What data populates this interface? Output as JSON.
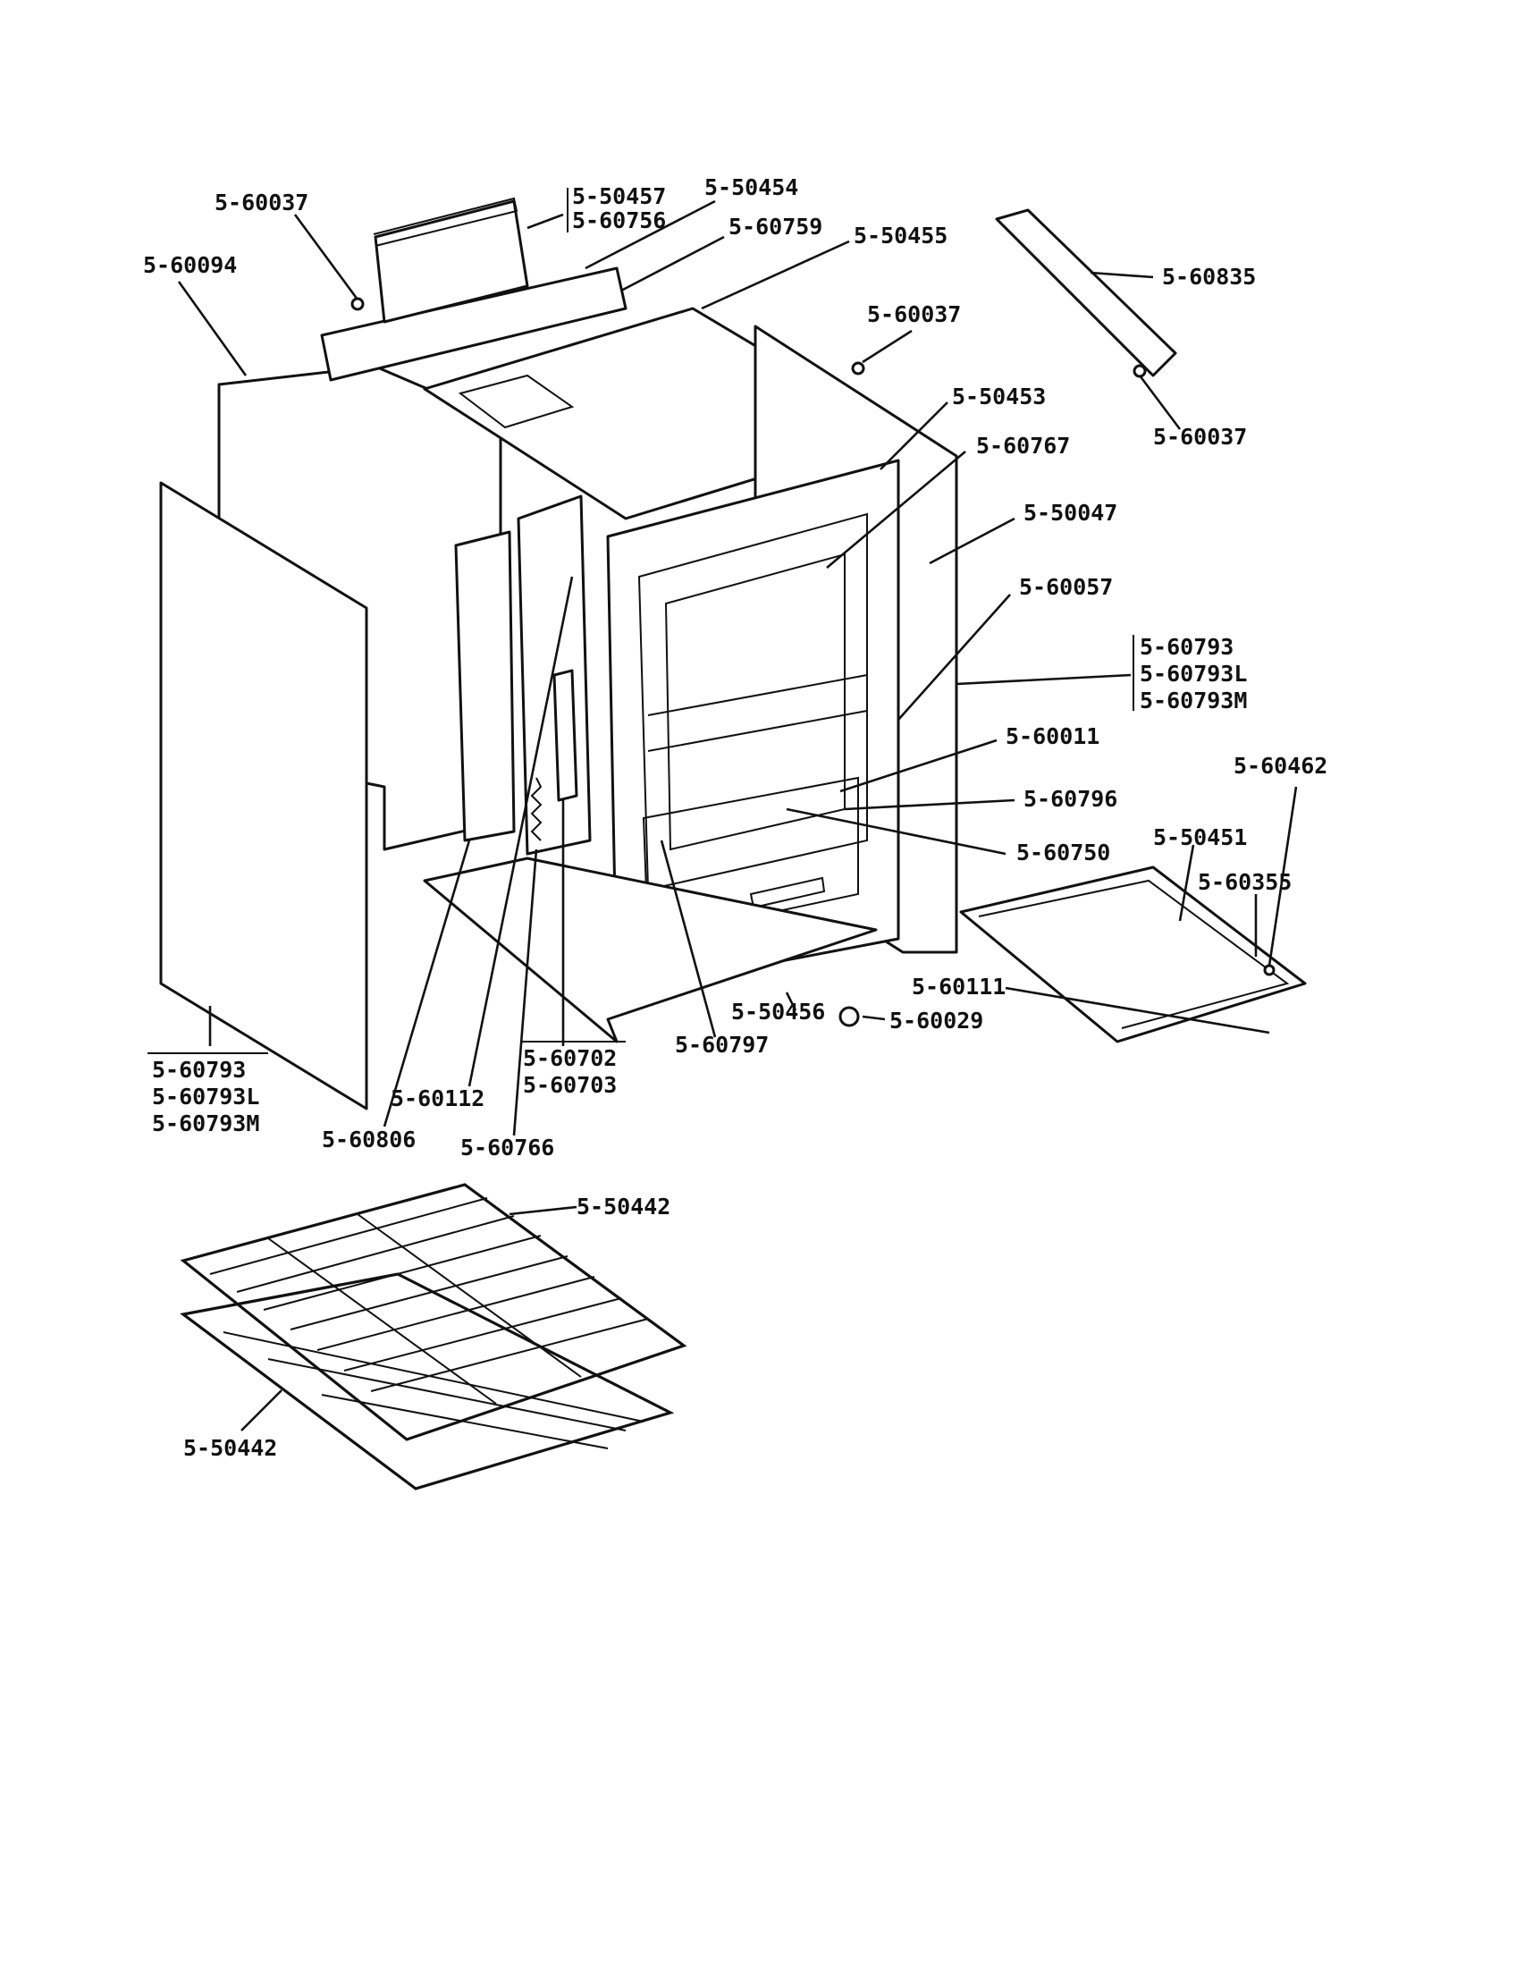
{
  "diagram": {
    "labels": {
      "p01": "5-60037",
      "p02": "5-60094",
      "p03a": "5-50457",
      "p03b": "5-60756",
      "p04": "5-50454",
      "p05": "5-60759",
      "p06": "5-50455",
      "p07": "5-60835",
      "p08": "5-60037",
      "p09": "5-60037",
      "p10": "5-50453",
      "p11": "5-60767",
      "p12": "5-50047",
      "p13": "5-60057",
      "p14a": "5-60793",
      "p14b": "5-60793L",
      "p14c": "5-60793M",
      "p15": "5-60011",
      "p16": "5-60462",
      "p17": "5-60796",
      "p18": "5-50451",
      "p19": "5-60750",
      "p20": "5-60355",
      "p21": "5-60111",
      "p22": "5-50456",
      "p23": "5-60029",
      "p24": "5-60797",
      "p25a": "5-60702",
      "p25b": "5-60703",
      "p26": "5-60112",
      "p27": "5-60806",
      "p28": "5-60766",
      "p29a": "5-60793",
      "p29b": "5-60793L",
      "p29c": "5-60793M",
      "p30": "5-50442",
      "p31": "5-50442"
    }
  }
}
